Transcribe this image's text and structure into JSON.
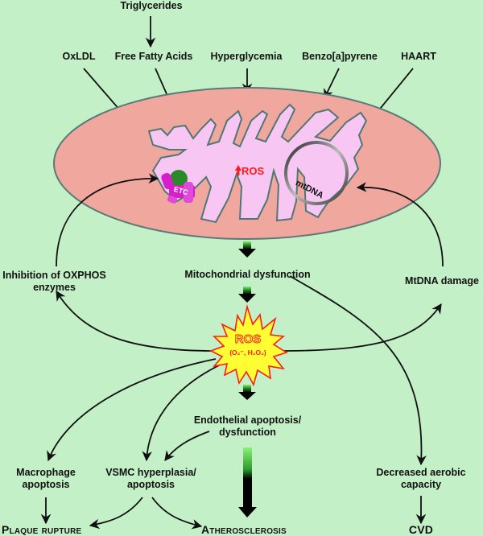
{
  "inputs": {
    "triglycerides": "Triglycerides",
    "oxldl": "OxLDL",
    "free_fatty_acids": "Free Fatty Acids",
    "hyperglycemia": "Hyperglycemia",
    "benzopyrene": "Benzo[a]pyrene",
    "haart": "HAART"
  },
  "mitochondrion": {
    "ros_label": "ROS",
    "etc_label": "ETC",
    "mtdna_label": "mtDNA"
  },
  "nodes": {
    "mito_dysfunction": "Mitochondrial dysfunction",
    "oxphos_line1": "Inhibition of OXPHOS",
    "oxphos_line2": "enzymes",
    "mtdna_damage": "MtDNA damage",
    "ros_burst_title": "ROS",
    "ros_burst_sub": "(O₂⁻, H₂O₂)",
    "endothelial_line1": "Endothelial apoptosis/",
    "endothelial_line2": "dysfunction",
    "macrophage_line1": "Macrophage",
    "macrophage_line2": "apoptosis",
    "vsmc_line1": "VSMC hyperplasia/",
    "vsmc_line2": "apoptosis",
    "aerobic_line1": "Decreased aerobic",
    "aerobic_line2": "capacity"
  },
  "outcomes": {
    "plaque_rupture": "Plaque rupture",
    "atherosclerosis": "Atherosclerosis",
    "cvd": "CVD"
  },
  "colors": {
    "background": "#c3f0c6",
    "outer_membrane": "#f0a89e",
    "matrix": "#f7c6f2",
    "ros_red": "#ff1a1a",
    "burst_yellow": "#ffff33",
    "etc_magenta": "#d61fc8",
    "gradient_green": "#66ee55"
  }
}
